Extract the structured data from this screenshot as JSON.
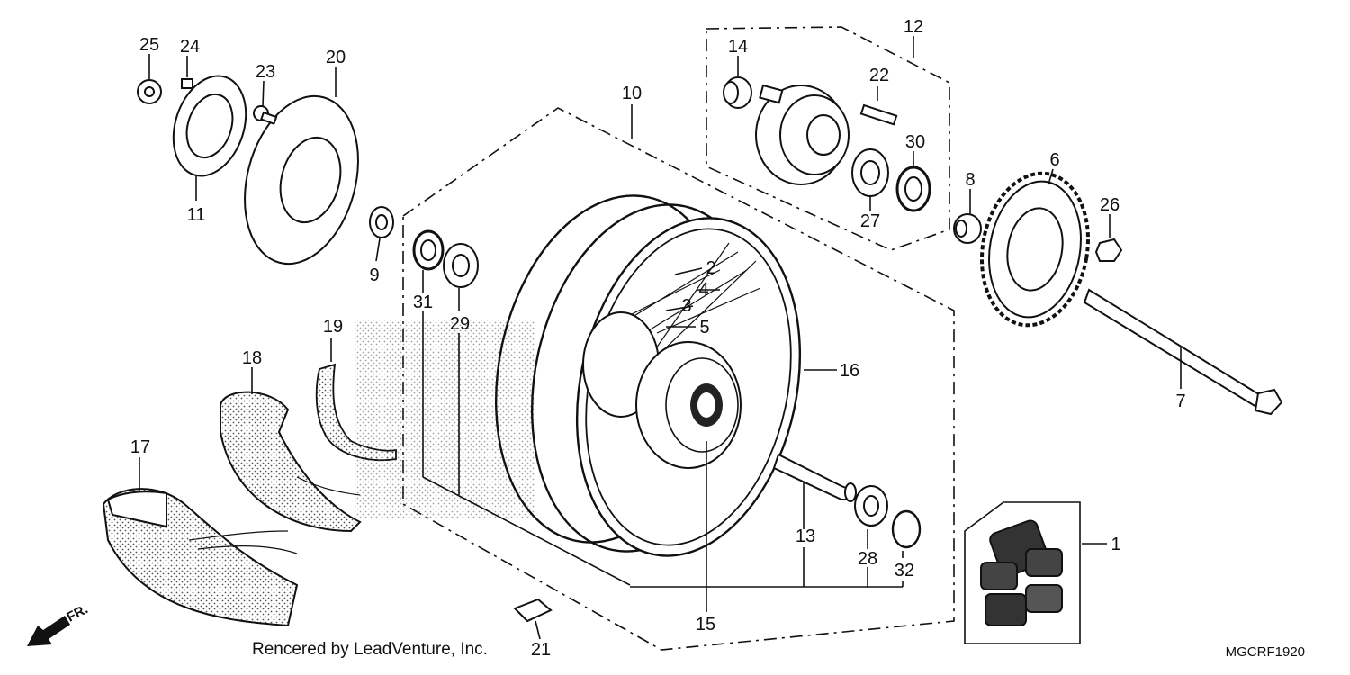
{
  "credit": "Rencered by LeadVenture, Inc.",
  "diagram_code": "MGCRF1920",
  "direction_label": "FR.",
  "callouts": {
    "c1": "1",
    "c2": "2",
    "c3": "3",
    "c4": "4",
    "c5": "5",
    "c6": "6",
    "c7": "7",
    "c8": "8",
    "c9": "9",
    "c10": "10",
    "c11": "11",
    "c12": "12",
    "c13": "13",
    "c14": "14",
    "c15": "15",
    "c16": "16",
    "c17": "17",
    "c18": "18",
    "c19": "19",
    "c20": "20",
    "c21": "21",
    "c22": "22",
    "c23": "23",
    "c24": "24",
    "c25": "25",
    "c26": "26",
    "c27": "27",
    "c28": "28",
    "c29": "29",
    "c30": "30",
    "c31": "31",
    "c32": "32"
  }
}
